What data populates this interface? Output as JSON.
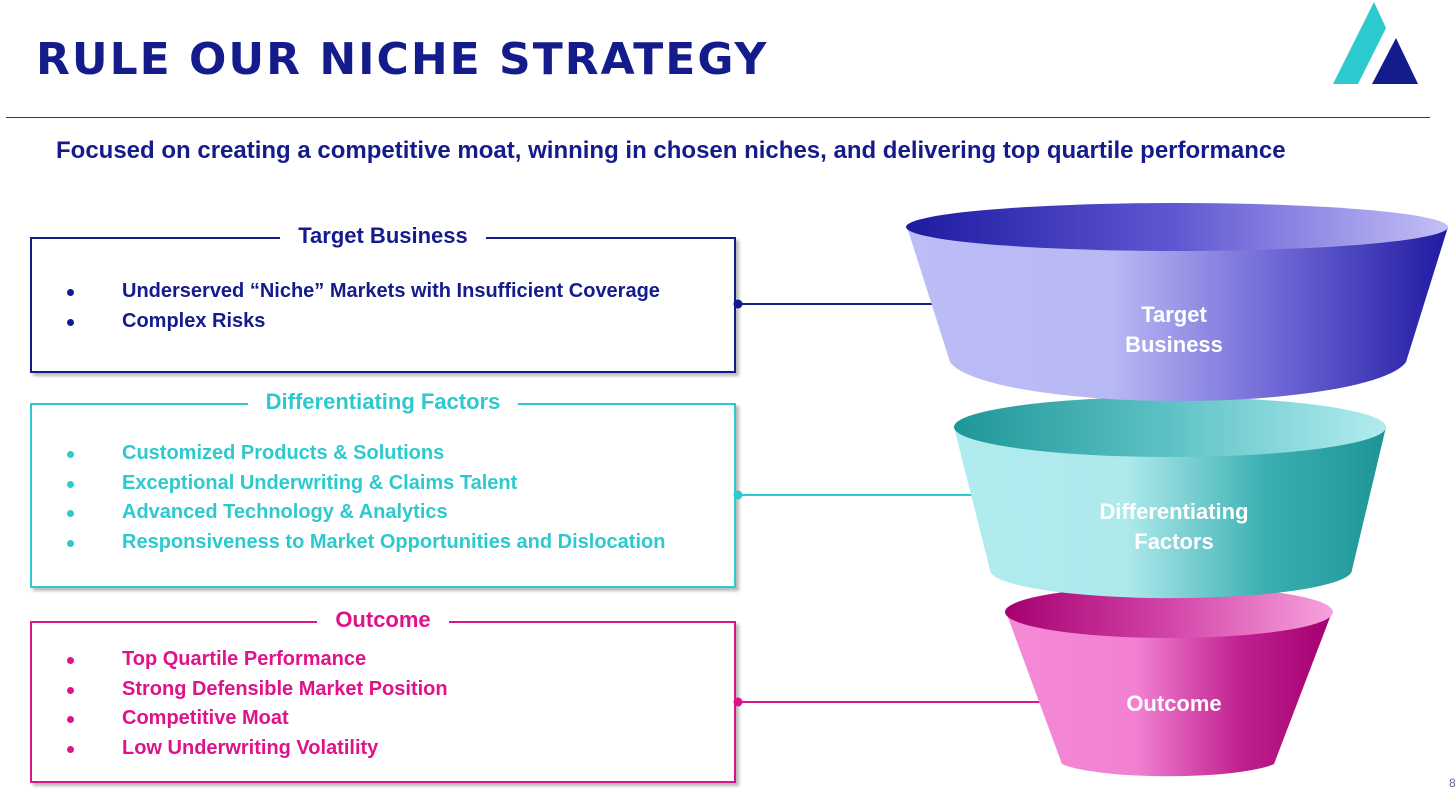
{
  "header": {
    "title": "RULE OUR NICHE STRATEGY",
    "subtitle": "Focused on creating a competitive moat, winning in chosen niches, and delivering top quartile performance",
    "logo_icon": "triangle-a-logo"
  },
  "colors": {
    "navy": "#141c8c",
    "teal": "#2cc9cf",
    "magenta": "#e0128a"
  },
  "boxes": [
    {
      "title": "Target Business",
      "items": [
        "Underserved “Niche” Markets with Insufficient Coverage",
        "Complex Risks"
      ]
    },
    {
      "title": "Differentiating Factors",
      "items": [
        "Customized Products & Solutions",
        "Exceptional Underwriting & Claims Talent",
        "Advanced Technology & Analytics",
        "Responsiveness to Market Opportunities and Dislocation"
      ]
    },
    {
      "title": "Outcome",
      "items": [
        "Top Quartile Performance",
        "Strong Defensible Market Position",
        "Competitive Moat",
        "Low Underwriting Volatility"
      ]
    }
  ],
  "funnel": {
    "top_line1": "Target",
    "top_line2": "Business",
    "middle_line1": "Differentiating",
    "middle_line2": "Factors",
    "bottom": "Outcome"
  },
  "page_number": "8"
}
